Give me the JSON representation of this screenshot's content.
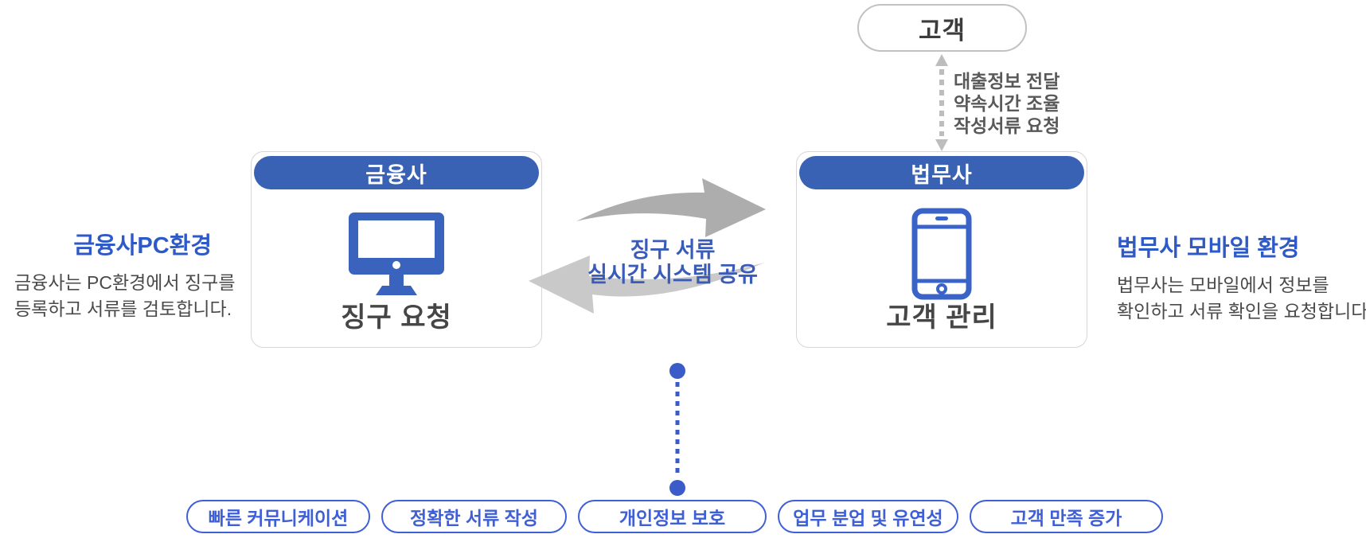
{
  "customer": {
    "label": "고객"
  },
  "customer_link": {
    "lines": [
      "대출정보 전달",
      "약속시간 조율",
      "작성서류 요청"
    ]
  },
  "finance_card": {
    "header": "금융사",
    "label": "징구 요청",
    "icon": "desktop-monitor-icon"
  },
  "legal_card": {
    "header": "법무사",
    "label": "고객 관리",
    "icon": "smartphone-icon"
  },
  "left_panel": {
    "title": "금융사PC환경",
    "description_line1": "금융사는 PC환경에서 징구를",
    "description_line2": "등록하고 서류를 검토합니다."
  },
  "right_panel": {
    "title": "법무사 모바일 환경",
    "description_line1": "법무사는 모바일에서 정보를",
    "description_line2": "확인하고 서류 확인을 요청합니다."
  },
  "exchange": {
    "line1": "징구 서류",
    "line2": "실시간 시스템 공유"
  },
  "benefits": [
    "빠른 커뮤니케이션",
    "정확한 서류 작성",
    "개인정보 보호",
    "업무 분업 및 유연성",
    "고객 만족 증가"
  ],
  "colors": {
    "card_header_blue": "#3A62B4",
    "icon_blue": "#3A63C4",
    "side_title_blue": "#2E5AC7",
    "exchange_text_blue": "#3A5CB8",
    "benefit_pill_blue": "#3F5FD7",
    "connector_blue": "#3A5BC8",
    "customer_border_gray": "#C2C2C2",
    "card_border_gray": "#D6D6D6",
    "arrow_dark_gray": "#ADADAD",
    "arrow_light_gray": "#C9C9C9",
    "dotted_arrow_gray": "#BDBDBD",
    "note_text_gray": "#595959",
    "body_text_gray": "#4A4A4A"
  }
}
